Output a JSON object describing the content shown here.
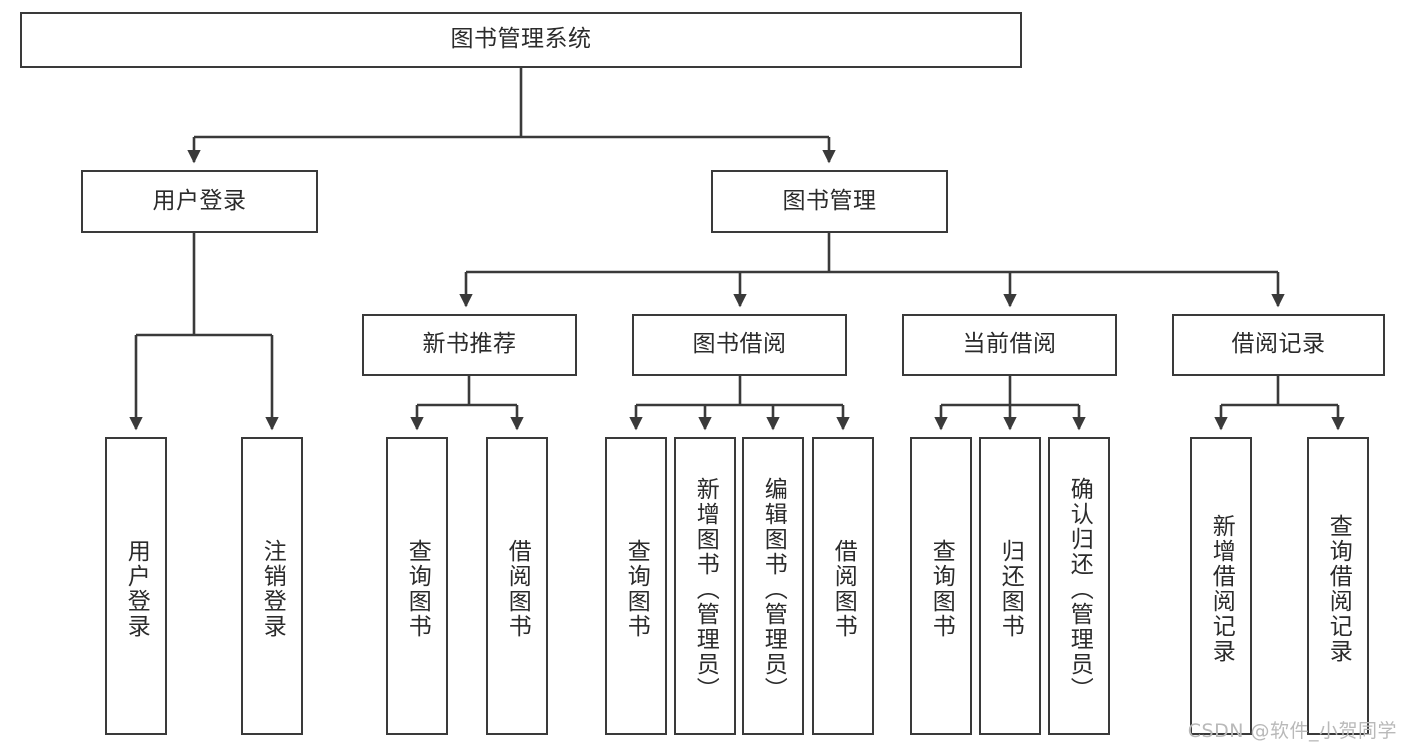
{
  "diagram": {
    "title": "图书管理系统",
    "type": "tree-hierarchy-diagram",
    "colors": {
      "border": "#3a3a3a",
      "background": "#ffffff",
      "text": "#2b2b2b",
      "edge": "#3a3a3a",
      "watermark": "#b9b9b9"
    },
    "root": {
      "label": "图书管理系统"
    },
    "level2": [
      {
        "label": "用户登录"
      },
      {
        "label": "图书管理"
      }
    ],
    "level3": [
      {
        "label": "新书推荐"
      },
      {
        "label": "图书借阅"
      },
      {
        "label": "当前借阅"
      },
      {
        "label": "借阅记录"
      }
    ],
    "leaves_user_login": [
      {
        "label": "用户登录"
      },
      {
        "label": "注销登录"
      }
    ],
    "leaves_new_books": [
      {
        "label": "查询图书"
      },
      {
        "label": "借阅图书"
      }
    ],
    "leaves_borrow": [
      {
        "label": "查询图书"
      },
      {
        "label": "新增图书（管理员）"
      },
      {
        "label": "编辑图书（管理员）"
      },
      {
        "label": "借阅图书"
      }
    ],
    "leaves_current": [
      {
        "label": "查询图书"
      },
      {
        "label": "归还图书"
      },
      {
        "label": "确认归还（管理员）"
      }
    ],
    "leaves_records": [
      {
        "label": "新增借阅记录"
      },
      {
        "label": "查询借阅记录"
      }
    ]
  },
  "watermark": {
    "text": "CSDN @软件_小贺同学"
  }
}
